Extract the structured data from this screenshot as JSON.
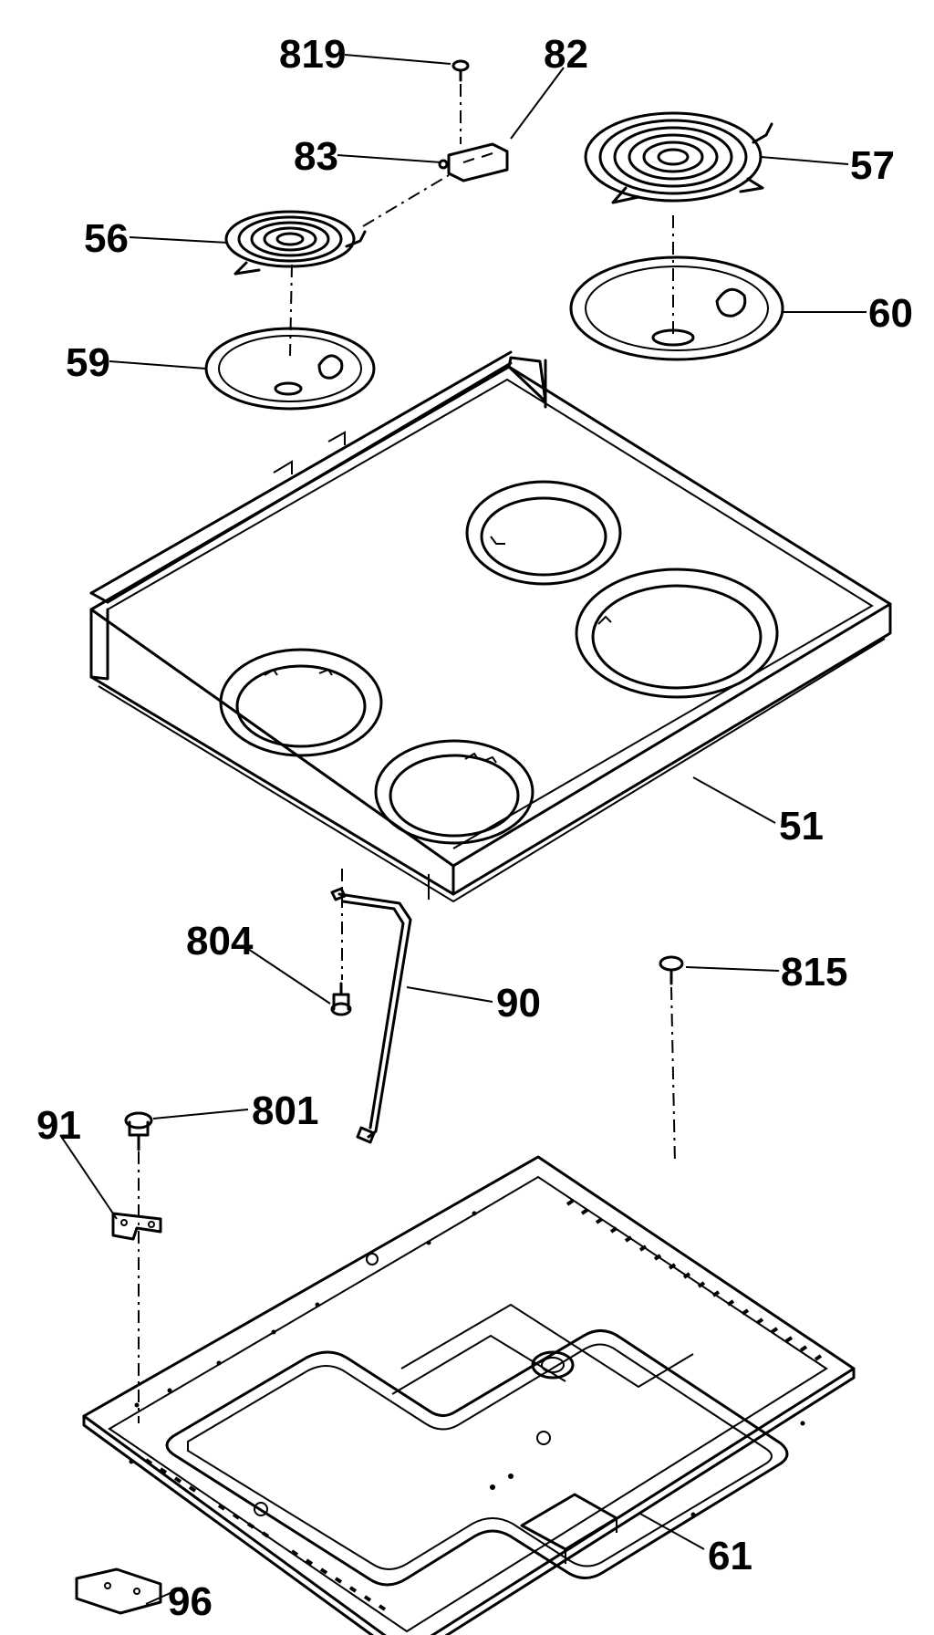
{
  "diagram": {
    "labels": {
      "p819": "819",
      "p82": "82",
      "p83": "83",
      "p57": "57",
      "p56": "56",
      "p60": "60",
      "p59": "59",
      "p51": "51",
      "p804": "804",
      "p815": "815",
      "p90": "90",
      "p801": "801",
      "p91": "91",
      "p61": "61",
      "p96": "96"
    }
  }
}
